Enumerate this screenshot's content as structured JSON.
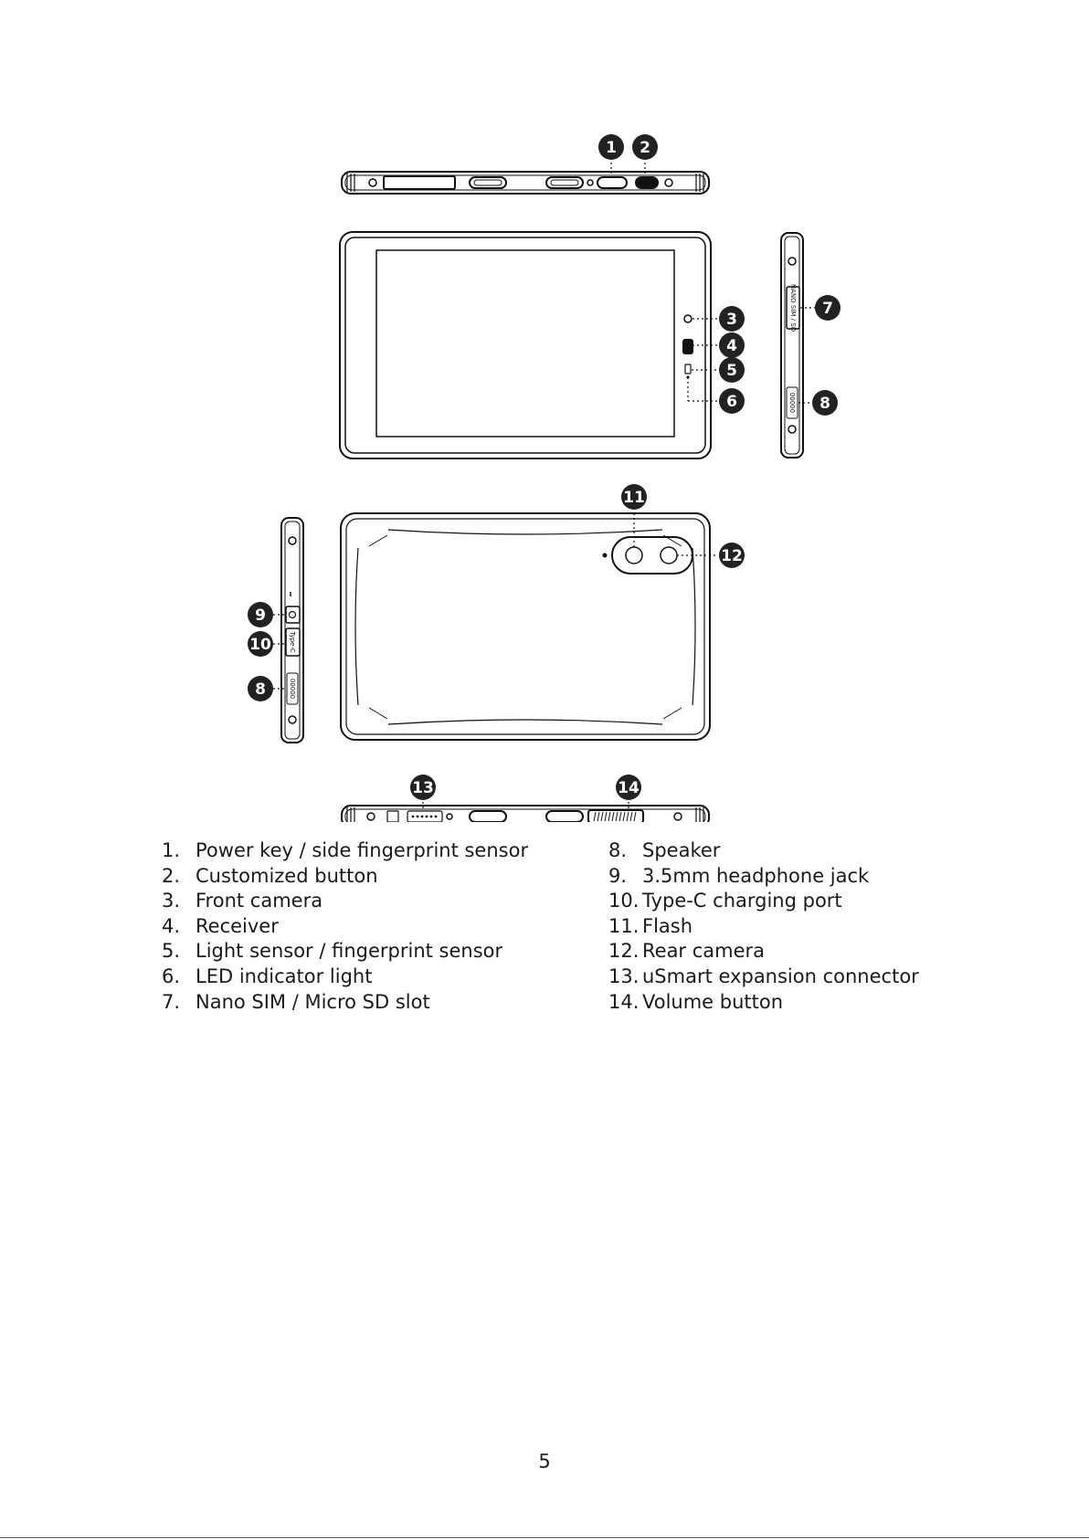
{
  "diagram": {
    "badges": {
      "b1": "1",
      "b2": "2",
      "b3": "3",
      "b4": "4",
      "b5": "5",
      "b6": "6",
      "b7": "7",
      "b8a": "8",
      "b8b": "8",
      "b9": "9",
      "b10": "10",
      "b11": "11",
      "b12": "12",
      "b13": "13",
      "b14": "14"
    },
    "engravings": {
      "sim_slot": "NANO SIM / SD",
      "speaker_grille": "00000",
      "type_c": "Type-C"
    }
  },
  "legend": {
    "left": [
      {
        "num": "1.",
        "text": "Power key / side fingerprint sensor"
      },
      {
        "num": "2.",
        "text": "Customized button"
      },
      {
        "num": "3.",
        "text": "Front camera"
      },
      {
        "num": "4.",
        "text": "Receiver"
      },
      {
        "num": "5.",
        "text": "Light sensor / fingerprint sensor"
      },
      {
        "num": "6.",
        "text": "LED indicator light"
      },
      {
        "num": "7.",
        "text": "Nano SIM / Micro SD slot"
      }
    ],
    "right": [
      {
        "num": "8.",
        "text": "Speaker"
      },
      {
        "num": "9.",
        "text": "3.5mm headphone jack"
      },
      {
        "num": "10.",
        "text": "Type-C charging port"
      },
      {
        "num": "11.",
        "text": "Flash"
      },
      {
        "num": "12.",
        "text": "Rear camera"
      },
      {
        "num": "13.",
        "text": "uSmart expansion connector"
      },
      {
        "num": "14.",
        "text": "Volume button"
      }
    ]
  },
  "page_number": "5"
}
